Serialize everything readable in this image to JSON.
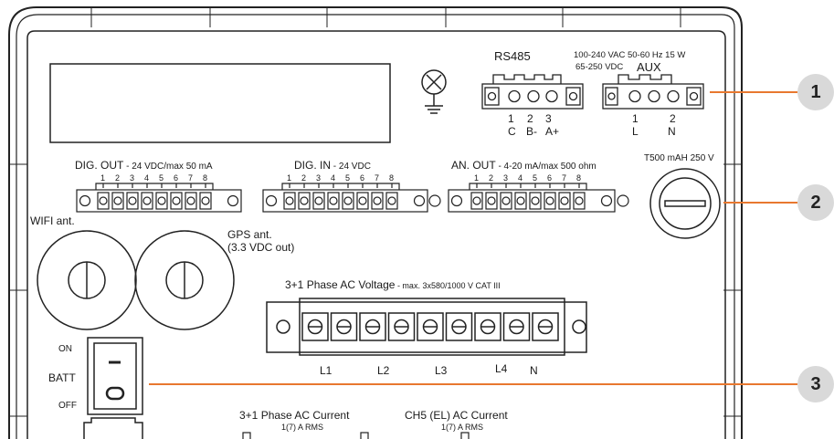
{
  "rs485": {
    "title": "RS485",
    "pins": [
      "1",
      "2",
      "3"
    ],
    "signals": [
      "C",
      "B-",
      "A+"
    ]
  },
  "power": {
    "spec_ac": "100-240 VAC 50-60 Hz 15 W",
    "spec_dc": "65-250 VDC",
    "aux_label": "AUX",
    "pins": [
      "1",
      "2"
    ],
    "signals": [
      "L",
      "N"
    ]
  },
  "fuse": {
    "label": "T500 mAH 250 V"
  },
  "dig_out": {
    "title": "DIG. OUT",
    "spec": " - 24 VDC/max 50 mA",
    "pins": [
      "1",
      "2",
      "3",
      "4",
      "5",
      "6",
      "7",
      "8"
    ]
  },
  "dig_in": {
    "title": "DIG. IN",
    "spec": " - 24 VDC",
    "pins": [
      "1",
      "2",
      "3",
      "4",
      "5",
      "6",
      "7",
      "8"
    ]
  },
  "an_out": {
    "title": "AN. OUT",
    "spec": " - 4-20 mA/max 500 ohm",
    "pins": [
      "1",
      "2",
      "3",
      "4",
      "5",
      "6",
      "7",
      "8"
    ]
  },
  "antennas": {
    "wifi": "WIFI ant.",
    "gps": "GPS ant.",
    "gps_note": "(3.3 VDC out)"
  },
  "voltage": {
    "title": "3+1 Phase AC Voltage",
    "spec": " - max. 3x580/1000 V CAT III",
    "labels": [
      "L1",
      "L2",
      "L3",
      "L4",
      "N"
    ]
  },
  "switch": {
    "on": "ON",
    "batt": "BATT",
    "off": "OFF"
  },
  "current": {
    "title": "3+1 Phase AC Current",
    "spec": "1(7) A RMS"
  },
  "ch5": {
    "title": "CH5 (EL) AC Current",
    "spec": "1(7) A RMS"
  },
  "callouts": [
    "1",
    "2",
    "3"
  ],
  "colors": {
    "leader": "#e8782f",
    "callout_bg": "#d9d9d9",
    "outline": "#222222"
  }
}
